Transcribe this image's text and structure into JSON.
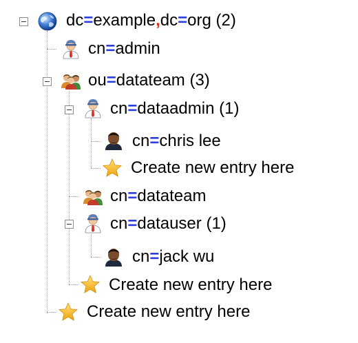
{
  "root": {
    "attr1": "dc",
    "val1": "example",
    "sep": ",",
    "attr2": "dc",
    "val2": "org",
    "count": "(2)",
    "icon": "globe-icon"
  },
  "nodes": [
    {
      "attr": "cn",
      "value": "admin",
      "count": "",
      "icon": "user-icon"
    },
    {
      "attr": "ou",
      "value": "datateam",
      "count": "(3)",
      "icon": "group-icon"
    },
    {
      "attr": "cn",
      "value": "dataadmin",
      "count": "(1)",
      "icon": "user-icon"
    },
    {
      "attr": "cn",
      "value": "chris lee",
      "count": "",
      "icon": "person-photo-icon"
    },
    {
      "attr": "cn",
      "value": "datateam",
      "count": "",
      "icon": "group-icon"
    },
    {
      "attr": "cn",
      "value": "datauser",
      "count": "(1)",
      "icon": "user-icon"
    },
    {
      "attr": "cn",
      "value": "jack wu",
      "count": "",
      "icon": "person-photo-icon"
    }
  ],
  "create_entry": {
    "label": "Create new entry here",
    "icon": "star-icon"
  },
  "equals_sign": "=",
  "colors": {
    "equals": "#2b3fe0",
    "comma": "#e03020",
    "connector": "#999999",
    "star": "#f5b21a"
  }
}
